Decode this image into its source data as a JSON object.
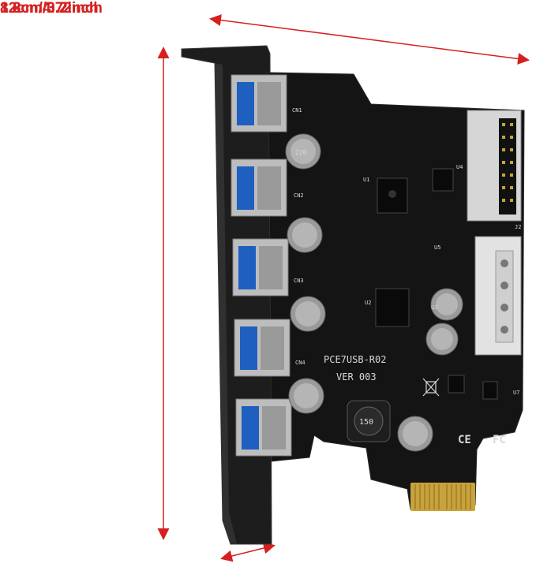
{
  "dimensions": {
    "width_label": "8.2cm/3.2inch",
    "height_label": "12cm/4.72inch",
    "depth_label": "1.8cm/0.7inch"
  },
  "board": {
    "model": "PCE7USB-R02",
    "version": "VER 003",
    "marks": {
      "caps": [
        "220",
        "150"
      ],
      "u_labels": [
        "U1",
        "U2",
        "U3",
        "U4",
        "U5",
        "U7"
      ],
      "ports": [
        "CN1",
        "CN2",
        "CN3",
        "CN4"
      ],
      "jumper": "J2",
      "ce": "CE",
      "fcc": "FC"
    }
  },
  "colors": {
    "dimension": "#d62020",
    "pcb": "#141414",
    "bracket": "#2a2a2a",
    "usb_blue": "#1f5fbf",
    "gold": "#c8a23a"
  }
}
